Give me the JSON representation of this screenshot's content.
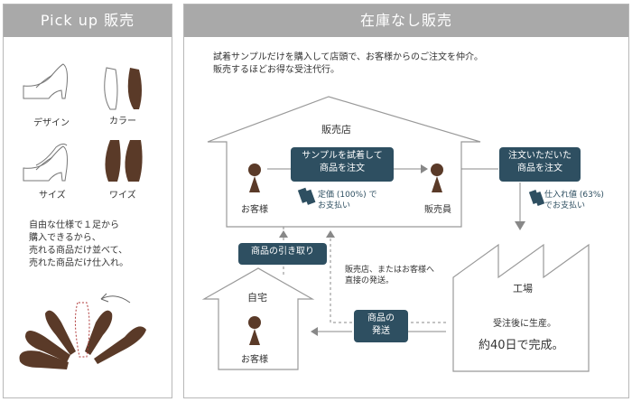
{
  "left_panel": {
    "title": "Pick up 販売",
    "shoes": [
      {
        "label": "デザイン",
        "icon": "heel-pump-outline-icon"
      },
      {
        "label": "カラー",
        "icon": "pump-color-icon"
      },
      {
        "label": "サイズ",
        "icon": "heel-pump-outline-icon"
      },
      {
        "label": "ワイズ",
        "icon": "pump-width-icon"
      }
    ],
    "description_lines": [
      "自由な仕様で１足から",
      "購入できるから、",
      "売れる商品だけ並べて、",
      "売れた商品だけ仕入れ。"
    ],
    "fan_icon": "shoe-fan-selection-icon"
  },
  "right_panel": {
    "title": "在庫なし販売",
    "intro_lines": [
      "試着サンプルだけを購入して店頭で、お客様からのご注文を仲介。",
      "販売するほどお得な受注代行。"
    ],
    "store": {
      "label": "販売店",
      "customer_label": "お客様",
      "staff_label": "販売員",
      "try_box": [
        "サンプルを試着して",
        "商品を注文"
      ],
      "payment": [
        "定価 (100%) で",
        "お支払い"
      ]
    },
    "order_box": [
      "注文いただいた",
      "商品を注文"
    ],
    "purchase_payment": [
      "仕入れ値 (63%)",
      "でお支払い"
    ],
    "factory": {
      "label": "工場",
      "note": "受注後に生産。",
      "lead_time": "約40日で完成。"
    },
    "pickup_box": "商品の引き取り",
    "direct_ship_note": [
      "販売店、またはお客様へ",
      "直接の発送。"
    ],
    "ship_box": [
      "商品の",
      "発送"
    ],
    "home": {
      "label": "自宅",
      "customer_label": "お客様"
    },
    "colors": {
      "header": "#a9a9a9",
      "box": "#2e4f61",
      "shoe_fill": "#5a3a28",
      "line": "#8a8a8a"
    }
  }
}
